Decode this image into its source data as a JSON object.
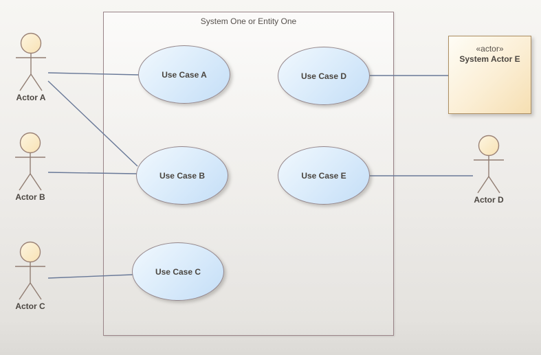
{
  "diagram": {
    "boundary_title": "System One or Entity One",
    "use_cases": [
      {
        "label": "Use Case A"
      },
      {
        "label": "Use Case B"
      },
      {
        "label": "Use Case C"
      },
      {
        "label": "Use Case D"
      },
      {
        "label": "Use Case E"
      }
    ],
    "actors": [
      {
        "label": "Actor A"
      },
      {
        "label": "Actor B"
      },
      {
        "label": "Actor C"
      },
      {
        "label": "Actor D"
      }
    ],
    "actor_box": {
      "stereotype": "«actor»",
      "name": "System Actor E"
    },
    "colors": {
      "background_top": "#f7f6f3",
      "background_bottom": "#dcdad6",
      "boundary_border": "#9a8488",
      "use_case_fill_light": "#f1f8fe",
      "use_case_fill_dark": "#c4def7",
      "use_case_border": "#93858a",
      "actor_box_fill_light": "#fefdf6",
      "actor_box_fill_dark": "#f6dfb2",
      "actor_box_border": "#ab8d60",
      "actor_figure_stroke": "#917d72",
      "actor_head_fill": "#fcedca",
      "connector": "#687897",
      "label_text": "#4b4641",
      "title_text": "#55504b"
    }
  }
}
